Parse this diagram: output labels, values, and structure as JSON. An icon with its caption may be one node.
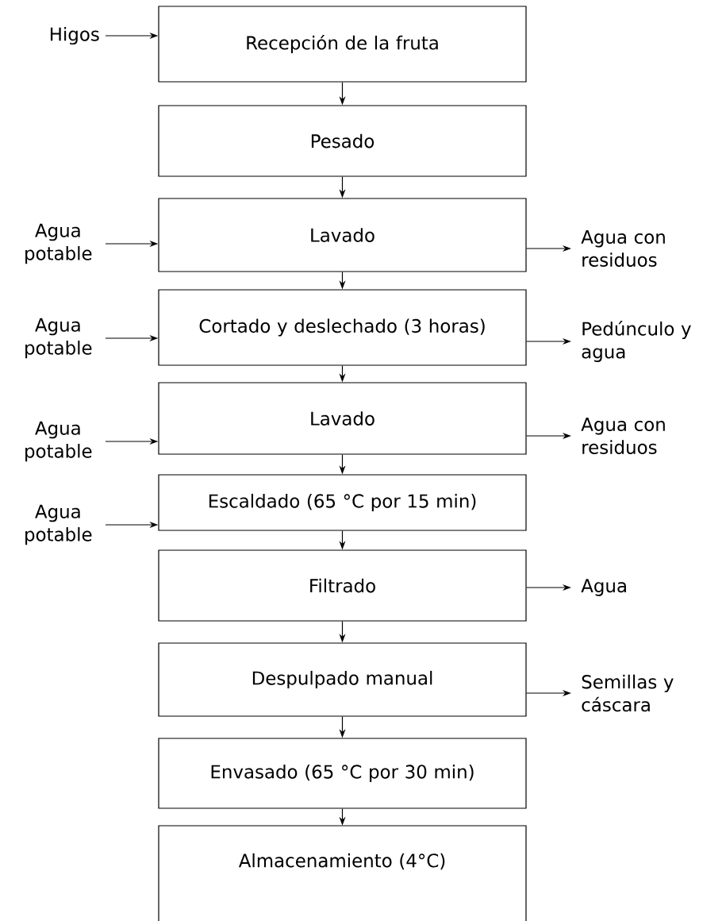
{
  "diagram": {
    "nodes": [
      {
        "text": [
          "Recepción de la fruta"
        ]
      },
      {
        "text": [
          "Pesado"
        ]
      },
      {
        "text": [
          "Lavado"
        ]
      },
      {
        "text": [
          "Cortado y deslechado (3 horas)"
        ]
      },
      {
        "text": [
          "Lavado"
        ]
      },
      {
        "text": [
          "Escaldado (65 °C por 15 min)"
        ]
      },
      {
        "text": [
          "Filtrado"
        ]
      },
      {
        "text": [
          "Despulpado manual"
        ]
      },
      {
        "text": [
          "Envasado (65 °C por 30 min)"
        ]
      },
      {
        "text": [
          "Almacenamiento (4°C)"
        ]
      },
      {
        "text": [
          "Higos"
        ]
      },
      {
        "text": [
          "Agua potable"
        ]
      },
      {
        "text": [
          "Agua con residuos"
        ]
      },
      {
        "text": [
          "Agua potable"
        ]
      },
      {
        "text": [
          "Pedúnculo y agua"
        ]
      },
      {
        "text": [
          "Agua potable"
        ]
      },
      {
        "text": [
          "Agua con residuos"
        ]
      },
      {
        "text": [
          "Agua potable"
        ]
      },
      {
        "text": [
          "Agua"
        ]
      },
      {
        "text": [
          "Semillas y cáscara"
        ]
      }
    ],
    "edges": [
      {
        "from": 0,
        "to": 1,
        "arrow": "to"
      },
      {
        "from": 1,
        "to": 2,
        "arrow": "to"
      },
      {
        "from": 2,
        "to": 3,
        "arrow": "to"
      },
      {
        "from": 3,
        "to": 4,
        "arrow": "to"
      },
      {
        "from": 4,
        "to": 5,
        "arrow": "to"
      },
      {
        "from": 5,
        "to": 6,
        "arrow": "to"
      },
      {
        "from": 6,
        "to": 7,
        "arrow": "to"
      },
      {
        "from": 7,
        "to": 8,
        "arrow": "to"
      },
      {
        "from": 8,
        "to": 9,
        "arrow": "to"
      },
      {
        "from": 10,
        "to": 0,
        "arrow": "to"
      },
      {
        "from": 11,
        "to": 2,
        "arrow": "to"
      },
      {
        "from": 2,
        "to": 12,
        "arrow": "to"
      },
      {
        "from": 13,
        "to": 3,
        "arrow": "to"
      },
      {
        "from": 3,
        "to": 14,
        "arrow": "to"
      },
      {
        "from": 15,
        "to": 4,
        "arrow": "to"
      },
      {
        "from": 4,
        "to": 16,
        "arrow": "to"
      },
      {
        "from": 17,
        "to": 5,
        "arrow": "to"
      },
      {
        "from": 6,
        "to": 18,
        "arrow": "to"
      },
      {
        "from": 7,
        "to": 19,
        "arrow": "to"
      }
    ]
  }
}
